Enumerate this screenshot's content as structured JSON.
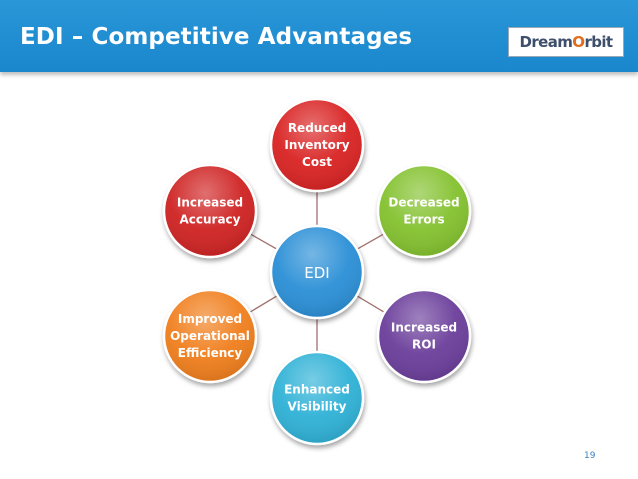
{
  "slide": {
    "title": "EDI – Competitive Advantages",
    "page_number": "19"
  },
  "logo": {
    "text_part1": "Dream",
    "text_accent": "O",
    "text_part2": "rbit"
  },
  "diagram": {
    "center": {
      "label": "EDI",
      "color": "#2b8fd6"
    },
    "nodes": [
      {
        "id": "reduced-inventory-cost",
        "lines": [
          "Reduced",
          "Inventory",
          "Cost"
        ],
        "color": "#d92222"
      },
      {
        "id": "decreased-errors",
        "lines": [
          "Decreased",
          "Errors"
        ],
        "color": "#83c12e"
      },
      {
        "id": "increased-roi",
        "lines": [
          "Increased",
          "ROI"
        ],
        "color": "#6a3d9a"
      },
      {
        "id": "enhanced-visibility",
        "lines": [
          "Enhanced",
          "Visibility"
        ],
        "color": "#2fb1d6"
      },
      {
        "id": "improved-operational-efficiency",
        "lines": [
          "Improved",
          "Operational",
          "Efficiency"
        ],
        "color": "#f07e1b"
      },
      {
        "id": "increased-accuracy",
        "lines": [
          "Increased",
          "Accuracy"
        ],
        "color": "#cf2424"
      }
    ]
  }
}
